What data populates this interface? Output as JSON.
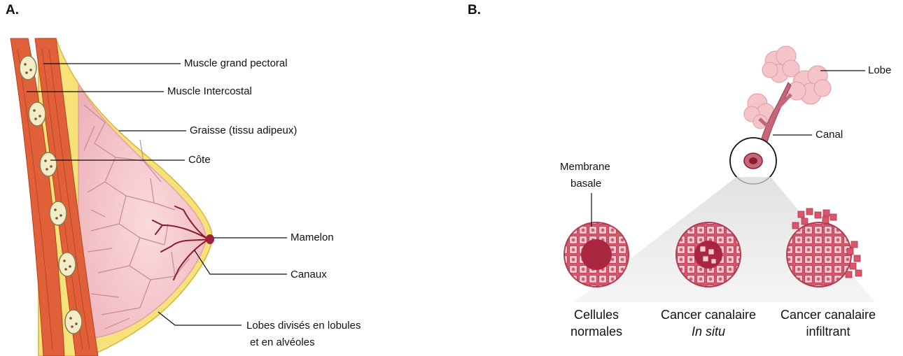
{
  "panel_a": {
    "letter": "A.",
    "labels": {
      "pectoral": "Muscle grand pectoral",
      "intercostal": "Muscle Intercostal",
      "fat": "Graisse (tissu adipeux)",
      "rib": "Côte",
      "nipple": "Mamelon",
      "ducts": "Canaux",
      "lobes_line1": "Lobes divisés en lobules",
      "lobes_line2": "et en alvéoles"
    }
  },
  "panel_b": {
    "letter": "B.",
    "labels": {
      "lobe": "Lobe",
      "duct": "Canal",
      "membrane_line1": "Membrane",
      "membrane_line2": "basale"
    },
    "captions": {
      "normal_line1": "Cellules",
      "normal_line2": "normales",
      "insitu_line1": "Cancer canalaire",
      "insitu_line2": "In situ",
      "infiltrant_line1": "Cancer canalaire",
      "infiltrant_line2": "infiltrant"
    }
  },
  "colors": {
    "muscle": "#e0603a",
    "muscle_dark": "#b8401f",
    "fat": "#f7e27a",
    "gland": "#f3c4c8",
    "gland_line": "#c98a92",
    "rib": "#f2ecc8",
    "duct": "#8b1c2c",
    "cell": "#d9566b",
    "cell_light": "#f5c8cf"
  }
}
